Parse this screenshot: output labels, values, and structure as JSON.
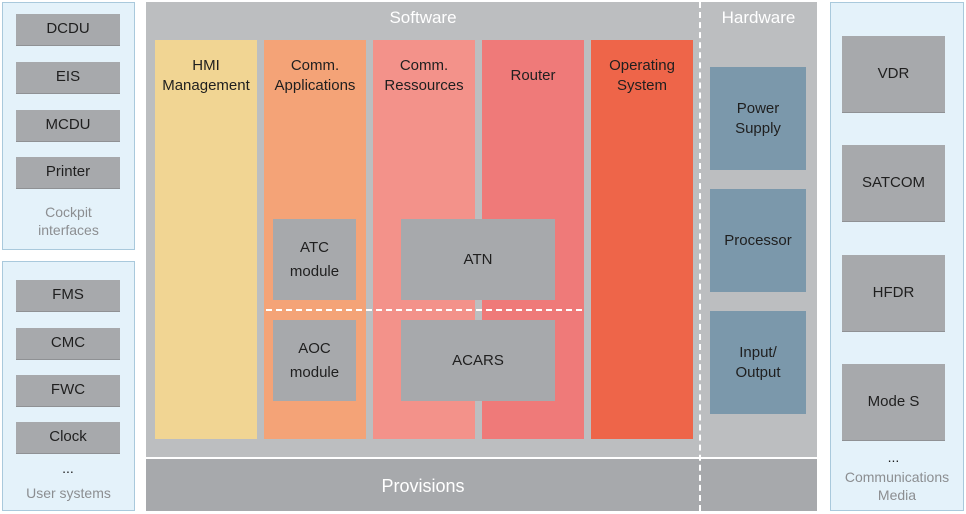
{
  "colors": {
    "hmi": "#f1d593",
    "comm_applications": "#f4a377",
    "comm_ressources": "#f3928a",
    "router": "#ef7a79",
    "operating_system": "#ee6549"
  },
  "cockpit": {
    "items": [
      "DCDU",
      "EIS",
      "MCDU",
      "Printer"
    ],
    "caption": "Cockpit\ninterfaces"
  },
  "user_systems": {
    "items": [
      "FMS",
      "CMC",
      "FWC",
      "Clock"
    ],
    "ellipsis": "...",
    "caption": "User systems"
  },
  "software": {
    "header": "Software",
    "columns": {
      "hmi": "HMI\nManagement",
      "comm_applications": "Comm.\nApplications",
      "comm_ressources": "Comm.\nRessources",
      "router": "Router",
      "operating_system": "Operating\nSystem"
    },
    "modules": {
      "atc": "ATC\nmodule",
      "aoc": "AOC\nmodule",
      "atn": "ATN",
      "acars": "ACARS"
    }
  },
  "hardware": {
    "header": "Hardware",
    "items": [
      "Power\nSupply",
      "Processor",
      "Input/\nOutput"
    ]
  },
  "provisions": "Provisions",
  "communications": {
    "items": [
      "VDR",
      "SATCOM",
      "HFDR",
      "Mode S"
    ],
    "ellipsis": "...",
    "caption": "Communications\nMedia"
  }
}
